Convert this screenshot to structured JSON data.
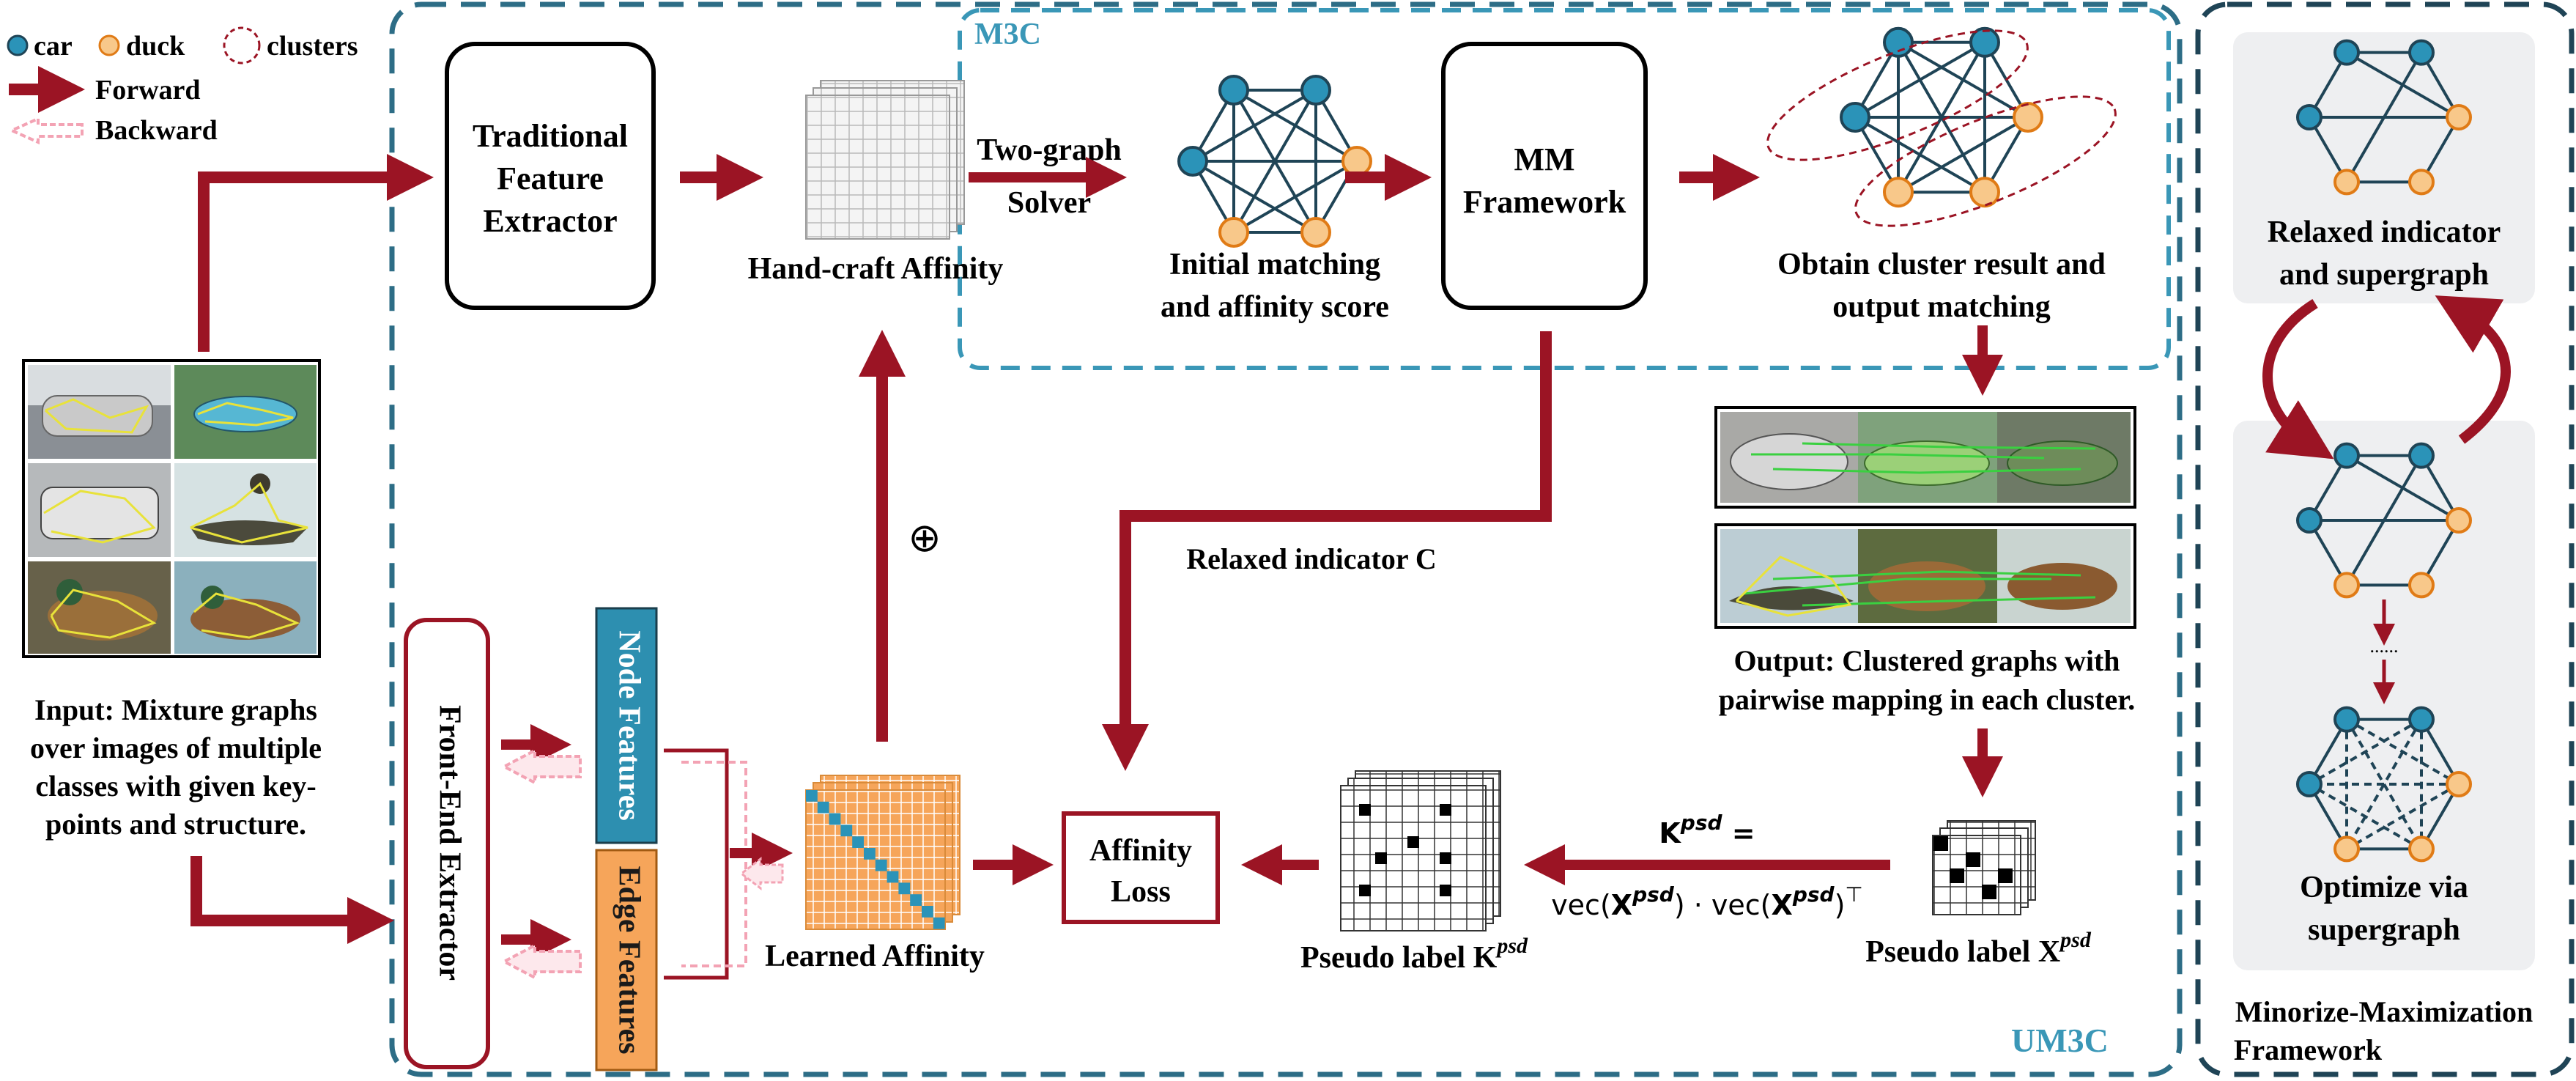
{
  "colors": {
    "dark_red": "#9b1424",
    "teal_dashed": "#3a97b7",
    "navy_dashed": "#1f4456",
    "node_blue": "#2b93b8",
    "node_orange": "#f8c88a",
    "node_orange_stroke": "#e07b16",
    "grid_gray": "#c8c8c8",
    "panel_gray": "#eeeff1",
    "backward_pink": "#f3a3b4"
  },
  "legend": {
    "car": "car",
    "duck": "duck",
    "clusters": "clusters",
    "forward": "Forward",
    "backward": "Backward"
  },
  "labels": {
    "m3c": "M3C",
    "um3c": "UM3C",
    "traditional_1": "Traditional",
    "traditional_2": "Feature",
    "traditional_3": "Extractor",
    "handcraft": "Hand-craft Affinity",
    "two_graph_1": "Two-graph",
    "two_graph_2": "Solver",
    "initial_1": "Initial matching",
    "initial_2": "and affinity score",
    "mm_1": "MM",
    "mm_2": "Framework",
    "obtain_1": "Obtain cluster result and",
    "obtain_2": "output matching",
    "input_1": "Input: Mixture graphs",
    "input_2": "over images of multiple",
    "input_3": "classes with given key-",
    "input_4": "points and structure.",
    "front_end": "Front-End Extractor",
    "node_features": "Node Features",
    "edge_features": "Edge Features",
    "oplus": "⊕",
    "relaxed_indicator": "Relaxed indicator C",
    "learned_affinity": "Learned Affinity",
    "affinity_loss_1": "Affinity",
    "affinity_loss_2": "Loss",
    "pseudo_k": "Pseudo label K",
    "psd": "psd",
    "pseudo_x": "Pseudo label X",
    "kpsd_eq": "= ",
    "kpsd_formula": "vec(X) · vec(X)",
    "transpose": "⊤",
    "output_1": "Output: Clustered graphs with",
    "output_2": "pairwise mapping in each cluster.",
    "relaxed_super_1": "Relaxed indicator",
    "relaxed_super_2": "and supergraph",
    "optimize_1": "Optimize via",
    "optimize_2": "supergraph",
    "dots": "......",
    "mm_frame_1": "Minorize-Maximization",
    "mm_frame_2": "Framework"
  }
}
